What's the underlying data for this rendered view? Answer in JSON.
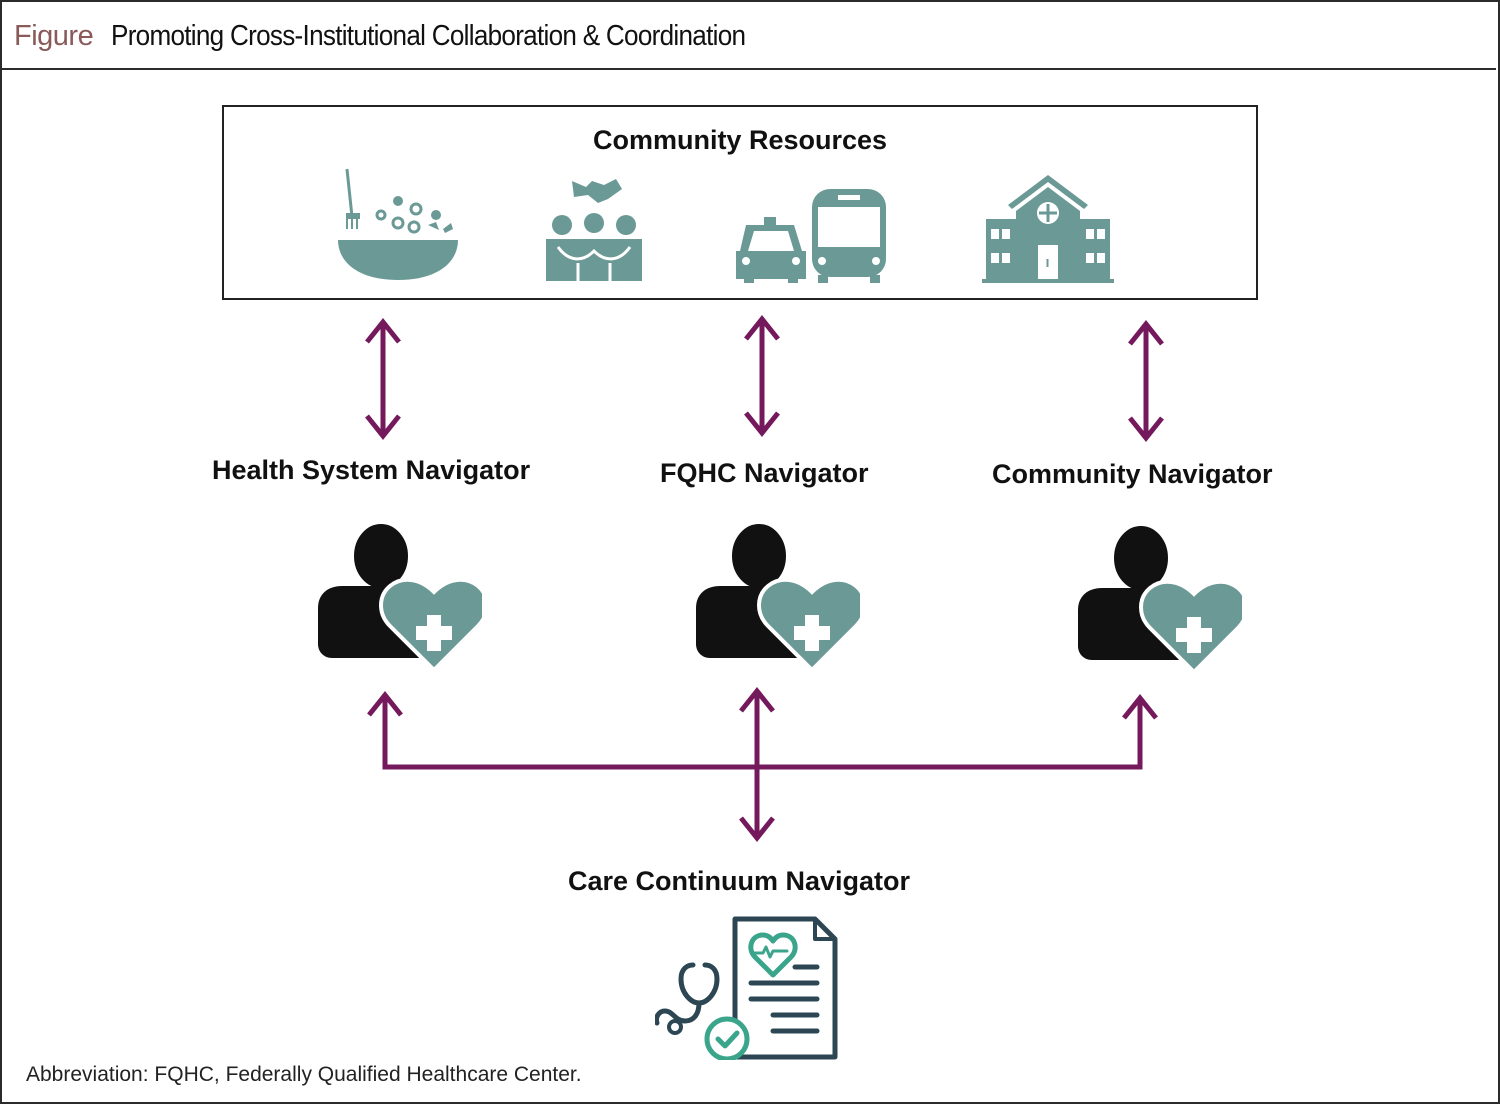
{
  "header": {
    "figure_label": "Figure",
    "title": "Promoting Cross-Institutional Collaboration & Coordination"
  },
  "community_resources": {
    "title": "Community Resources",
    "icons": [
      "food-bowl-icon",
      "community-support-icon",
      "transportation-icon",
      "health-facility-icon"
    ]
  },
  "navigators": [
    {
      "label": "Health System Navigator",
      "icon": "navigator-person-heart-icon"
    },
    {
      "label": "FQHC Navigator",
      "icon": "navigator-person-heart-icon"
    },
    {
      "label": "Community Navigator",
      "icon": "navigator-person-heart-icon"
    }
  ],
  "care_continuum": {
    "label": "Care Continuum Navigator",
    "icon": "medical-record-stethoscope-icon"
  },
  "footnote": "Abbreviation: FQHC, Federally Qualified Healthcare Center.",
  "colors": {
    "teal": "#6b9a96",
    "arrow_purple": "#741a5c",
    "figure_label": "#8a5a5a",
    "dark": "#111111",
    "care_navy": "#2d4654",
    "care_green": "#3aa58a"
  }
}
